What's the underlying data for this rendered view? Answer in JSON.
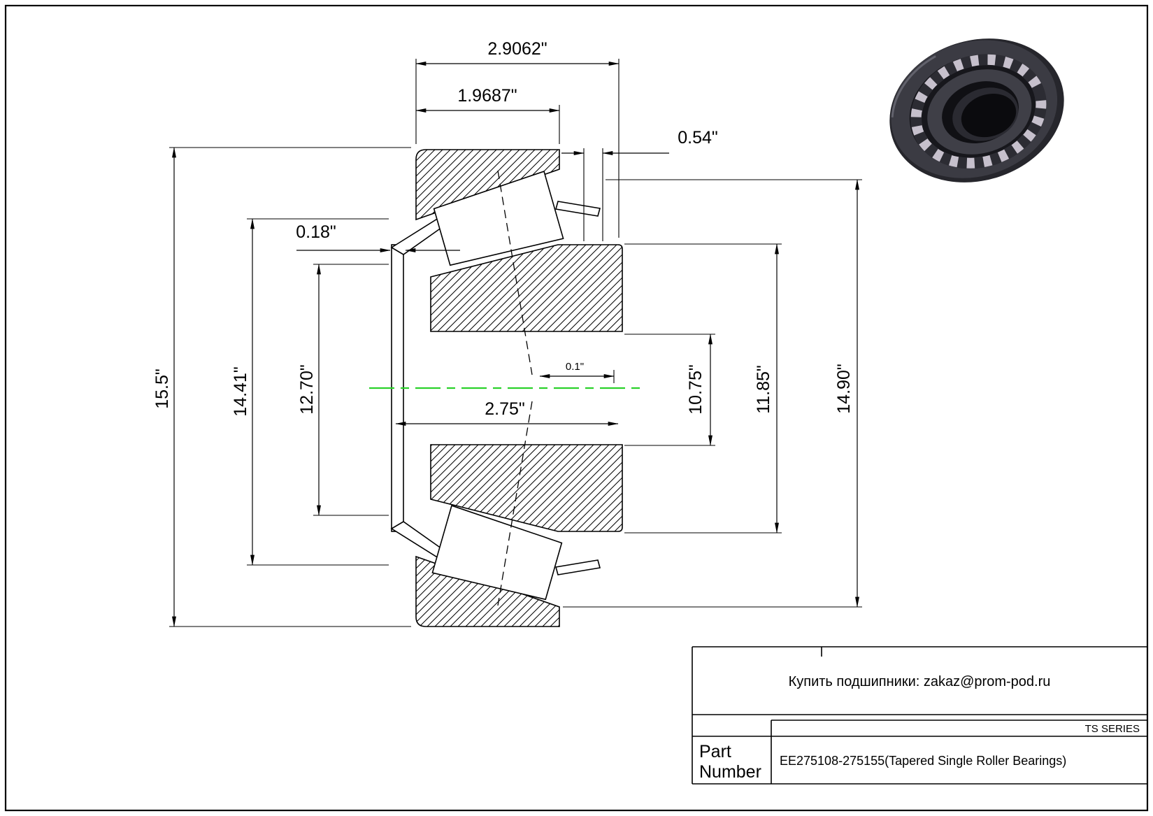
{
  "colors": {
    "background": "#ffffff",
    "line": "#000000",
    "centerline_green": "#2bd12b"
  },
  "drawing": {
    "dims": {
      "d29062": "2.9062\"",
      "d19687": "1.9687\"",
      "d054": "0.54\"",
      "d018": "0.18\"",
      "d155": "15.5\"",
      "d1441": "14.41\"",
      "d1270": "12.70\"",
      "d275": "2.75\"",
      "d01": "0.1\"",
      "d1075": "10.75\"",
      "d1185": "11.85\"",
      "d1490": "14.90\""
    }
  },
  "title_block": {
    "contact": "Купить подшипники: zakaz@prom-pod.ru",
    "series": "TS SERIES",
    "part_label_line1": "Part",
    "part_label_line2": "Number",
    "part_value": "EE275108-275155(Tapered Single Roller Bearings)"
  }
}
